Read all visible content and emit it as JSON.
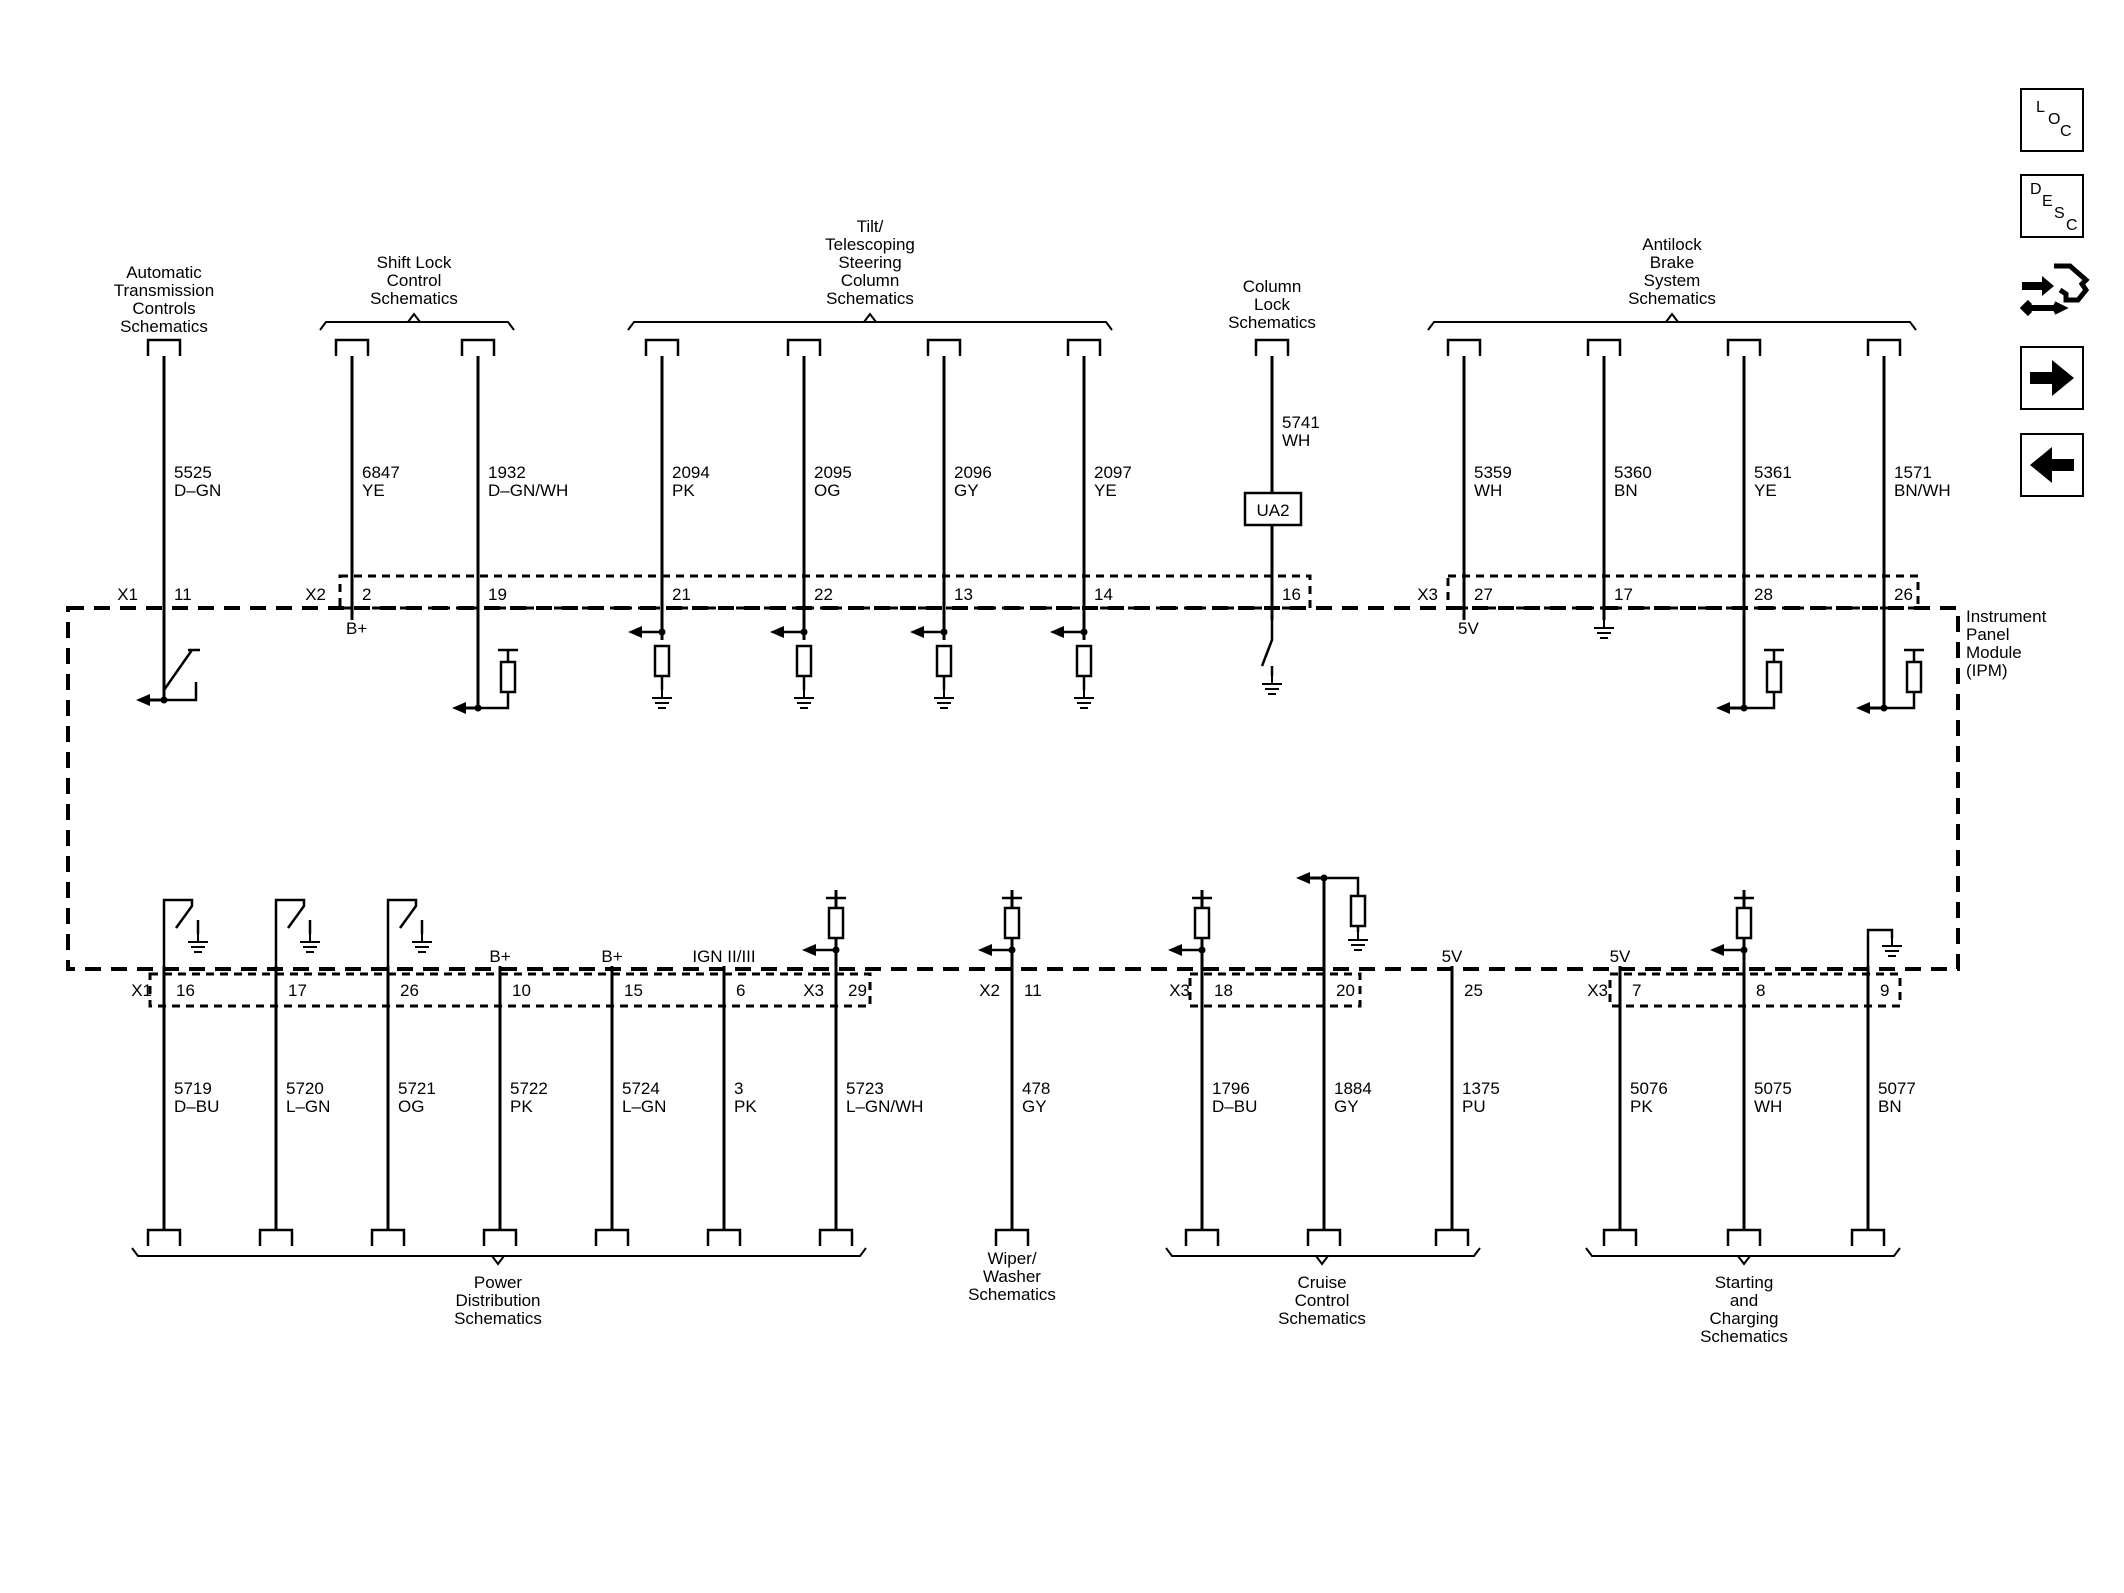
{
  "nav": {
    "loc": {
      "l1": "L",
      "l2": "O",
      "l3": "C"
    },
    "desc": {
      "l1": "D",
      "l2": "E",
      "l3": "S",
      "l4": "C"
    }
  },
  "module_name": [
    "Instrument",
    "Panel",
    "Module",
    "(IPM)"
  ],
  "top": {
    "groups": [
      {
        "lines": [
          "Automatic",
          "Transmission",
          "Controls",
          "Schematics"
        ]
      },
      {
        "lines": [
          "Shift Lock",
          "Control",
          "Schematics"
        ]
      },
      {
        "lines": [
          "Tilt/",
          "Telescoping",
          "Steering",
          "Column",
          "Schematics"
        ]
      },
      {
        "lines": [
          "Column",
          "Lock",
          "Schematics"
        ]
      },
      {
        "lines": [
          "Antilock",
          "Brake",
          "System",
          "Schematics"
        ]
      }
    ],
    "wires": [
      {
        "circuit": "5525",
        "color": "D–GN",
        "conn": "X1",
        "pin": "11",
        "note": ""
      },
      {
        "circuit": "6847",
        "color": "YE",
        "conn": "X2",
        "pin": "2",
        "note": "B+"
      },
      {
        "circuit": "1932",
        "color": "D–GN/WH",
        "conn": "",
        "pin": "19",
        "note": ""
      },
      {
        "circuit": "2094",
        "color": "PK",
        "conn": "",
        "pin": "21",
        "note": ""
      },
      {
        "circuit": "2095",
        "color": "OG",
        "conn": "",
        "pin": "22",
        "note": ""
      },
      {
        "circuit": "2096",
        "color": "GY",
        "conn": "",
        "pin": "13",
        "note": ""
      },
      {
        "circuit": "2097",
        "color": "YE",
        "conn": "",
        "pin": "14",
        "note": ""
      },
      {
        "circuit": "5741",
        "color": "WH",
        "conn": "",
        "pin": "16",
        "note": ""
      },
      {
        "circuit": "5359",
        "color": "WH",
        "conn": "X3",
        "pin": "27",
        "note": "5V"
      },
      {
        "circuit": "5360",
        "color": "BN",
        "conn": "",
        "pin": "17",
        "note": ""
      },
      {
        "circuit": "5361",
        "color": "YE",
        "conn": "",
        "pin": "28",
        "note": ""
      },
      {
        "circuit": "1571",
        "color": "BN/WH",
        "conn": "",
        "pin": "26",
        "note": ""
      }
    ],
    "ua2": "UA2"
  },
  "bottom": {
    "wires": [
      {
        "circuit": "5719",
        "color": "D–BU",
        "conn": "X1",
        "pin": "16",
        "note": ""
      },
      {
        "circuit": "5720",
        "color": "L–GN",
        "conn": "",
        "pin": "17",
        "note": ""
      },
      {
        "circuit": "5721",
        "color": "OG",
        "conn": "",
        "pin": "26",
        "note": ""
      },
      {
        "circuit": "5722",
        "color": "PK",
        "conn": "",
        "pin": "10",
        "note": "B+"
      },
      {
        "circuit": "5724",
        "color": "L–GN",
        "conn": "",
        "pin": "15",
        "note": "B+"
      },
      {
        "circuit": "3",
        "color": "PK",
        "conn": "",
        "pin": "6",
        "note": "IGN II/III"
      },
      {
        "circuit": "5723",
        "color": "L–GN/WH",
        "conn": "X3",
        "pin": "29",
        "note": ""
      },
      {
        "circuit": "478",
        "color": "GY",
        "conn": "X2",
        "pin": "11",
        "note": ""
      },
      {
        "circuit": "1796",
        "color": "D–BU",
        "conn": "X3",
        "pin": "18",
        "note": ""
      },
      {
        "circuit": "1884",
        "color": "GY",
        "conn": "",
        "pin": "20",
        "note": ""
      },
      {
        "circuit": "1375",
        "color": "PU",
        "conn": "",
        "pin": "25",
        "note": "5V"
      },
      {
        "circuit": "5076",
        "color": "PK",
        "conn": "X3",
        "pin": "7",
        "note": "5V"
      },
      {
        "circuit": "5075",
        "color": "WH",
        "conn": "",
        "pin": "8",
        "note": ""
      },
      {
        "circuit": "5077",
        "color": "BN",
        "conn": "",
        "pin": "9",
        "note": ""
      }
    ],
    "groups": [
      {
        "lines": [
          "Power",
          "Distribution",
          "Schematics"
        ]
      },
      {
        "lines": [
          "Wiper/",
          "Washer",
          "Schematics"
        ]
      },
      {
        "lines": [
          "Cruise",
          "Control",
          "Schematics"
        ]
      },
      {
        "lines": [
          "Starting",
          "and",
          "Charging",
          "Schematics"
        ]
      }
    ]
  }
}
